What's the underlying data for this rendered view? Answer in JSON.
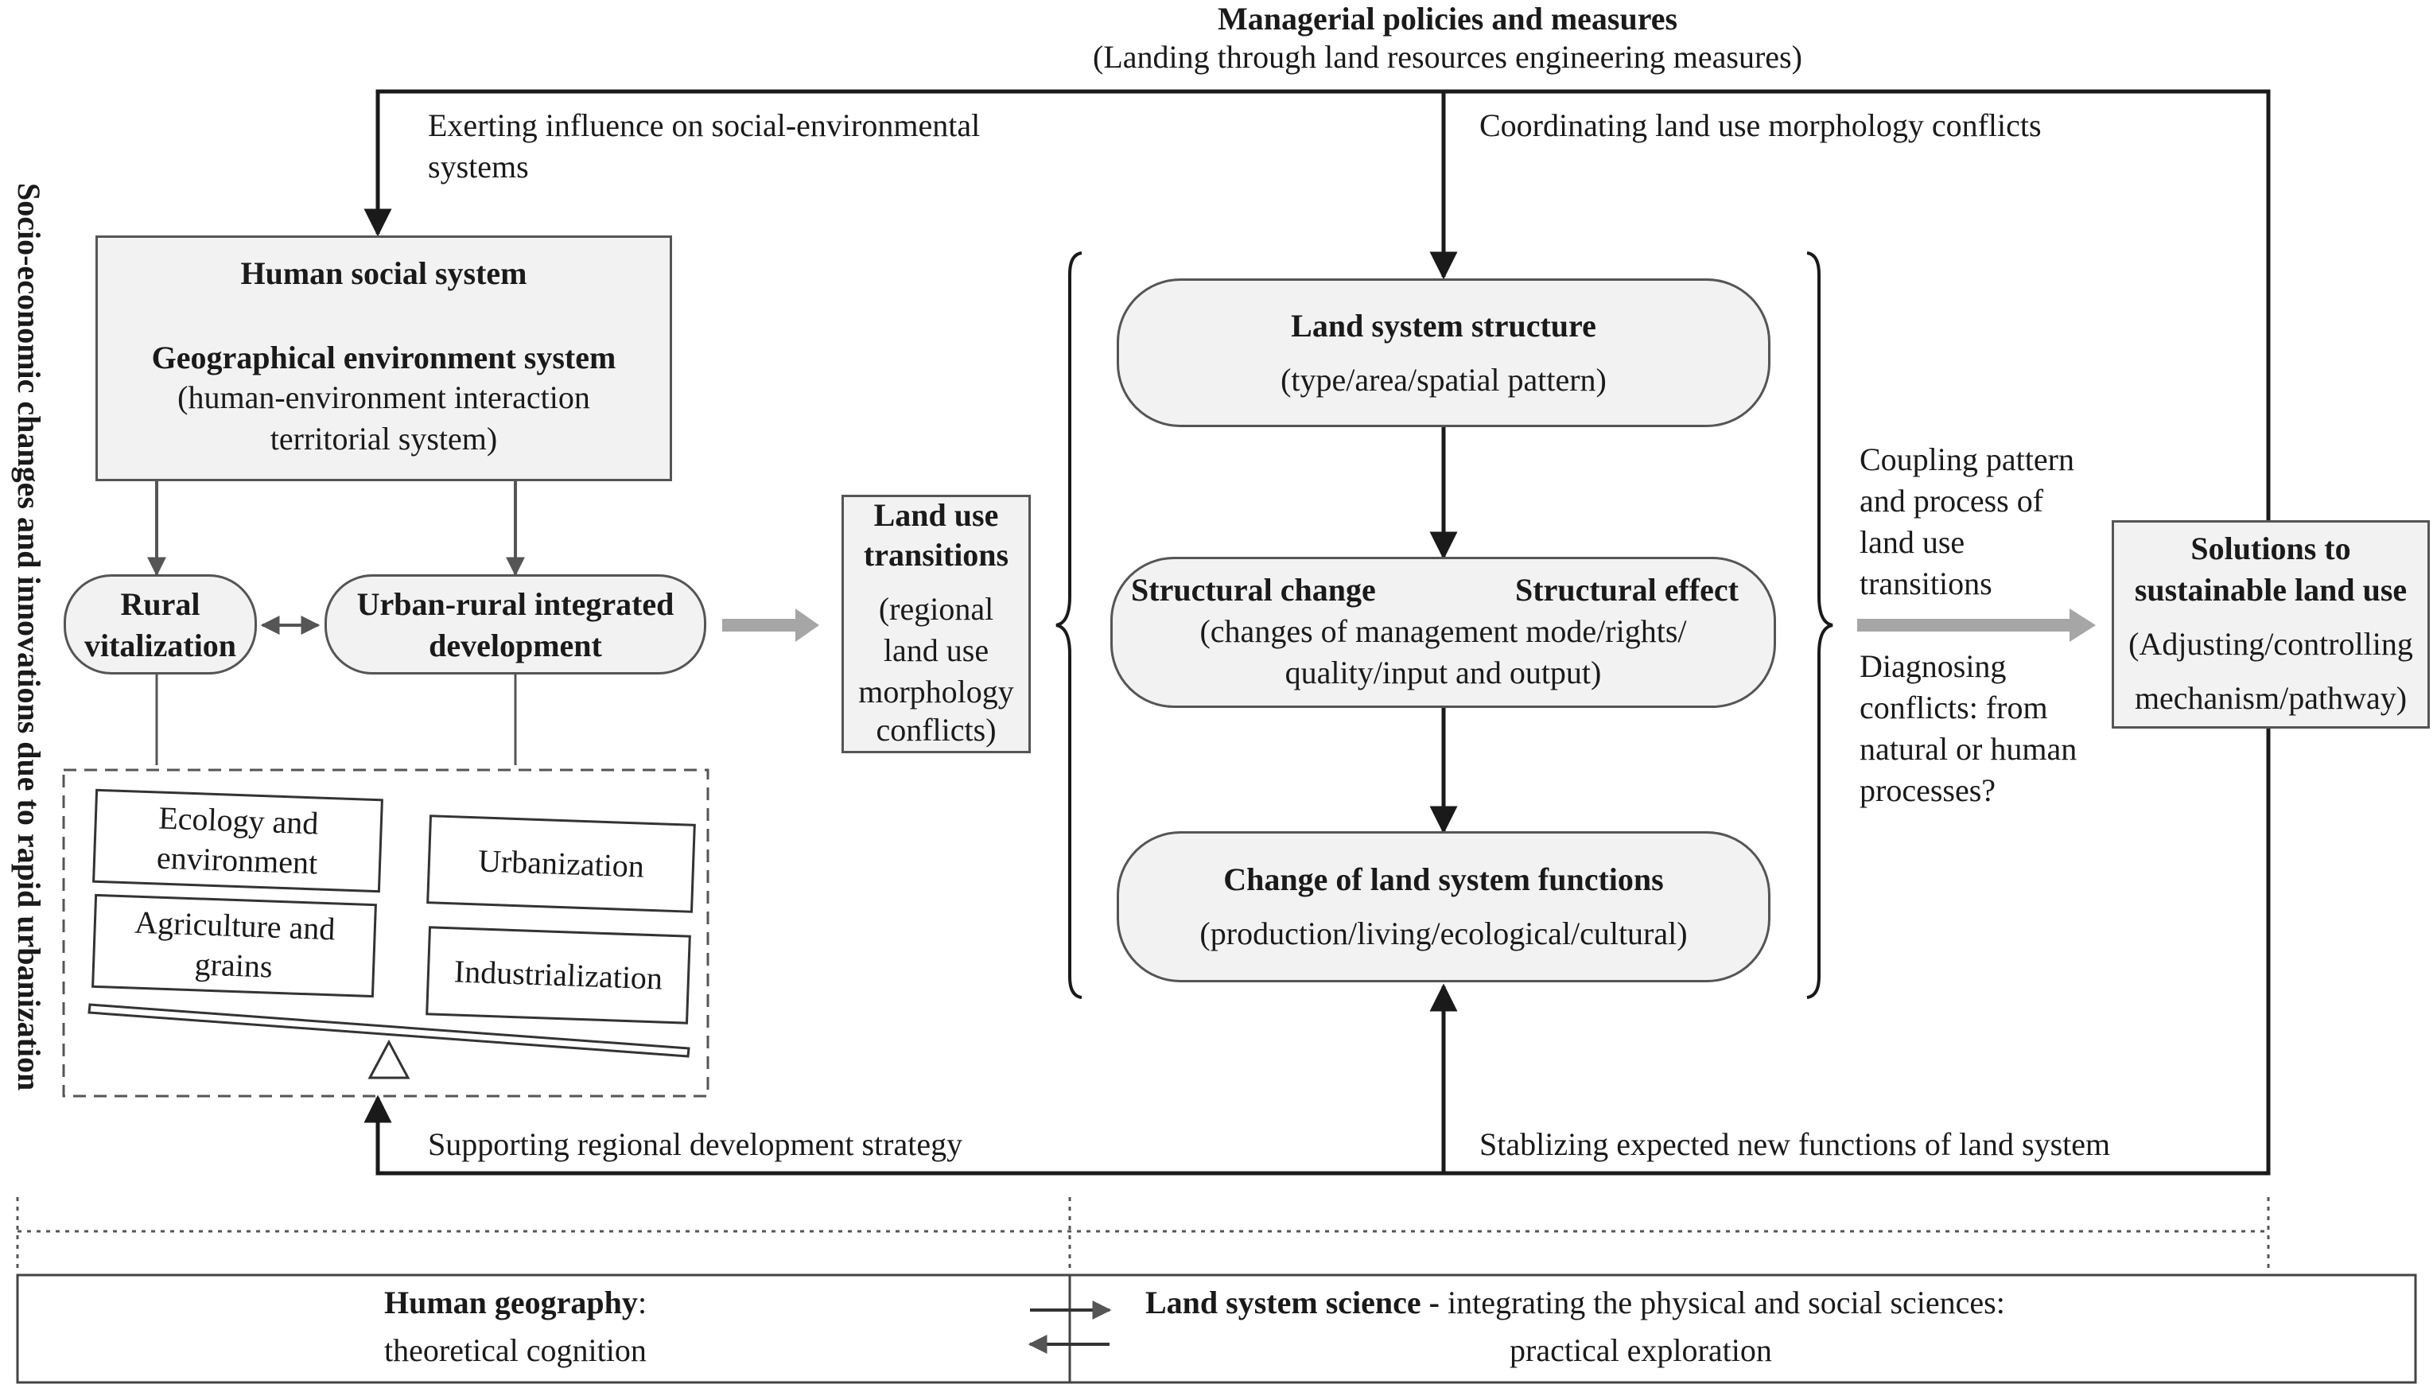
{
  "managerial": {
    "title": "Managerial policies and measures",
    "subtitle": "(Landing through land resources engineering measures)"
  },
  "left_vertical_label": "Socio-economic changes and innovations due to rapid urbanization",
  "loop_labels": {
    "top_left": [
      "Exerting influence on social-environmental",
      "systems"
    ],
    "top_right": "Coordinating land use morphology conflicts",
    "bottom_left": "Supporting regional development strategy",
    "bottom_right": "Stablizing expected new functions of land system"
  },
  "human_system_box": {
    "line1": "Human social system",
    "line2": "Geographical environment system",
    "line3": "(human-environment interaction",
    "line4": "territorial system)"
  },
  "rural": [
    "Rural",
    "vitalization"
  ],
  "urban_rural": [
    "Urban-rural integrated",
    "development"
  ],
  "balance": {
    "ecology": [
      "Ecology and",
      "environment"
    ],
    "urbanization": "Urbanization",
    "agriculture": [
      "Agriculture and",
      "grains"
    ],
    "industrialization": "Industrialization"
  },
  "land_use_transitions": {
    "title": [
      "Land use",
      "transitions"
    ],
    "detail": [
      "(regional",
      "land use",
      "morphology",
      "conflicts)"
    ]
  },
  "land_structure": {
    "title": "Land system structure",
    "detail": "(type/area/spatial pattern)"
  },
  "structural": {
    "change": "Structural change",
    "effect": "Structural effect",
    "detail": [
      "(changes of management mode/rights/",
      "quality/input and output)"
    ]
  },
  "functions": {
    "title": "Change of land system functions",
    "detail": "(production/living/ecological/cultural)"
  },
  "coupling": [
    "Coupling pattern",
    "and process of",
    "land use",
    "transitions"
  ],
  "diagnosing": [
    "Diagnosing",
    "conflicts: from",
    "natural or human",
    "processes?"
  ],
  "solutions": {
    "title": [
      "Solutions to",
      "sustainable land use"
    ],
    "detail": [
      "(Adjusting/controlling",
      "mechanism/pathway)"
    ]
  },
  "bottom": {
    "human_geo_bold": "Human geography",
    "human_geo_colon": ":",
    "human_geo_sub": "theoretical cognition",
    "land_sci_bold": "Land system science -",
    "land_sci_rest": "integrating the physical and social sciences:",
    "land_sci_sub": "practical exploration"
  },
  "colors": {
    "box_fill": "#f2f2f2",
    "fat_arrow": "#a6a6a6",
    "line": "#1a1a1a"
  }
}
